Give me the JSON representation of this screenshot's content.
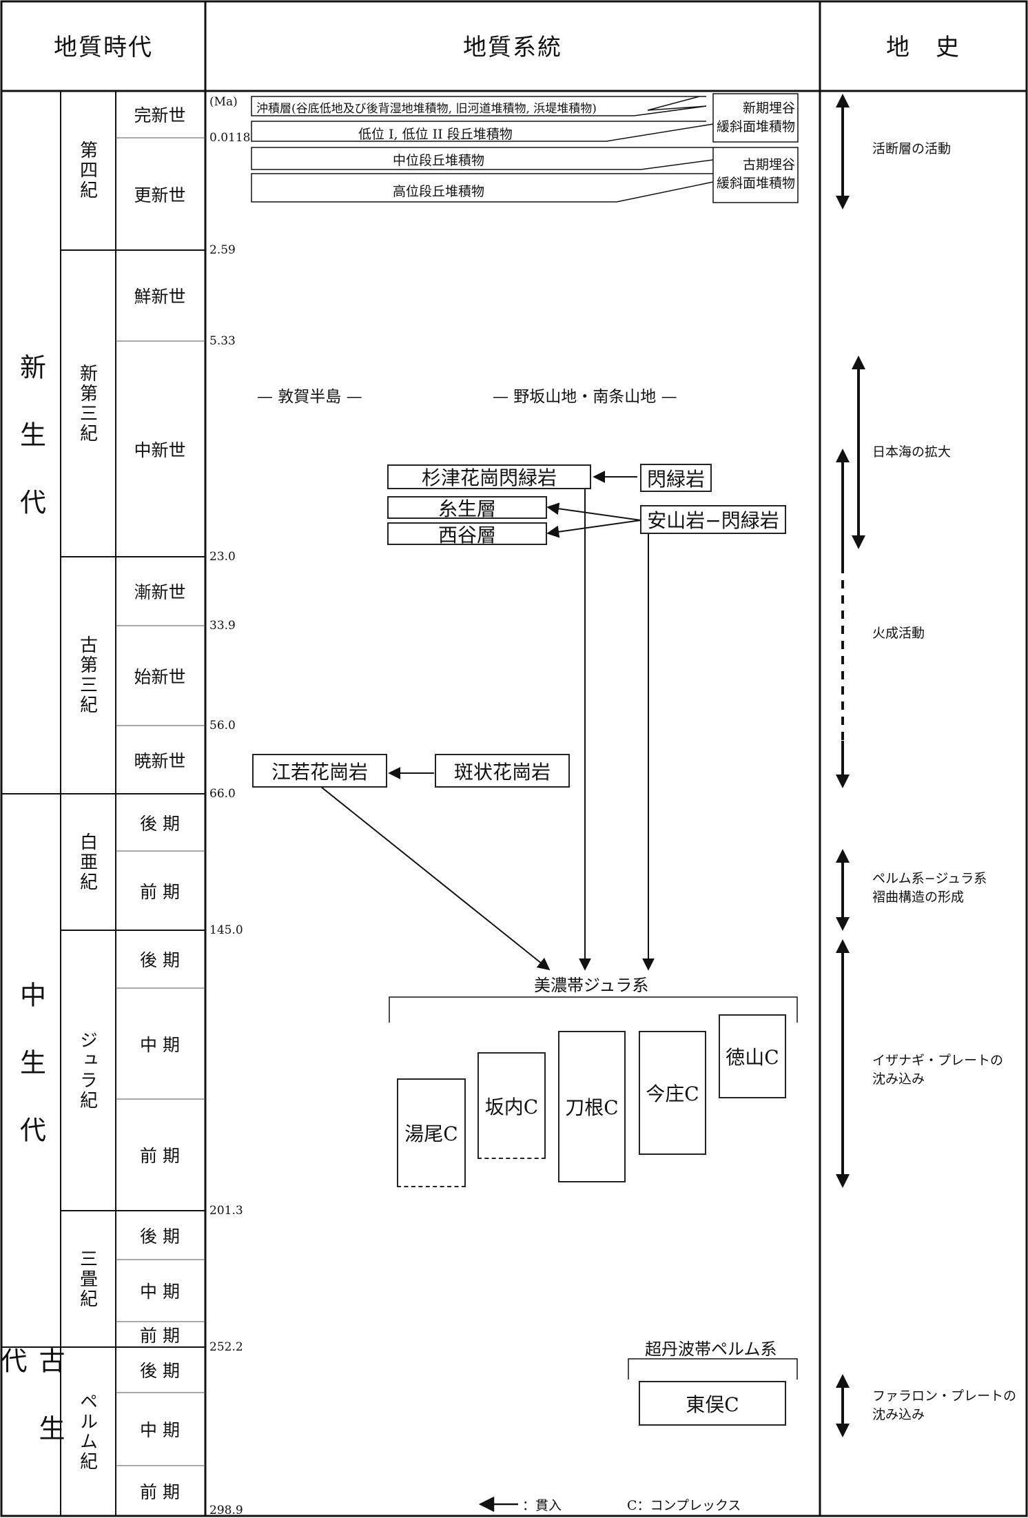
{
  "header": {
    "col1": "地質時代",
    "col2": "地質系統",
    "col3": "地　史"
  },
  "eras": [
    "新 生 代",
    "中 生 代",
    "古 生 代"
  ],
  "periods": [
    "第四紀",
    "新第三紀",
    "古第三紀",
    "白亜紀",
    "ジュラ紀",
    "三畳紀",
    "ペルム紀"
  ],
  "epochs": {
    "holocene": "完新世",
    "pleistocene": "更新世",
    "pliocene": "鮮新世",
    "miocene": "中新世",
    "oligocene": "漸新世",
    "eocene": "始新世",
    "paleocene": "暁新世",
    "cretaceous_late": "後 期",
    "cretaceous_early": "前 期",
    "jurassic_late": "後 期",
    "jurassic_middle": "中 期",
    "jurassic_early": "前 期",
    "triassic_late": "後 期",
    "triassic_middle": "中 期",
    "triassic_early": "前 期",
    "permian_late": "後 期",
    "permian_middle": "中 期",
    "permian_early": "前 期"
  },
  "ages": {
    "unit": "(Ma)",
    "a0": "0.0118",
    "a1": "2.59",
    "a2": "5.33",
    "a3": "23.0",
    "a4": "33.9",
    "a5": "56.0",
    "a6": "66.0",
    "a7": "145.0",
    "a8": "201.3",
    "a9": "252.2",
    "a10": "298.9"
  },
  "quaternary": {
    "alluvium": "沖積層(谷底低地及び後背湿地堆積物, 旧河道堆積物, 浜堤堆積物)",
    "low_terrace": "低位 I, 低位 II 段丘堆積物",
    "middle_terrace": "中位段丘堆積物",
    "high_terrace": "高位段丘堆積物",
    "new_fill": "新期埋谷\n緩斜面堆積物",
    "old_fill": "古期埋谷\n緩斜面堆積物"
  },
  "regions": {
    "tsuruga": "— 敦賀半島 —",
    "nosaka": "— 野坂山地・南条山地 —"
  },
  "units": {
    "sugizu": "杉津花崗閃緑岩",
    "diorite": "閃緑岩",
    "itoo": "糸生層",
    "nishitani": "西谷層",
    "andesite": "安山岩−閃緑岩",
    "ewaka": "江若花崗岩",
    "porphyry": "斑状花崗岩"
  },
  "mino": {
    "title": "美濃帯ジュラ系",
    "complexes": [
      "湯尾C",
      "坂内C",
      "刀根C",
      "今庄C",
      "徳山C"
    ]
  },
  "tamba": {
    "title": "超丹波帯ペルム系",
    "complex": "東俣C"
  },
  "history": {
    "active_faults": "活断層の活動",
    "japan_sea": "日本海の拡大",
    "igneous": "火成活動",
    "folding": "ペルム系−ジュラ系\n褶曲構造の形成",
    "izanagi": "イザナギ・プレートの\n沈み込み",
    "farallon": "ファラロン・プレートの\n沈み込み"
  },
  "legend": {
    "intrusion": "：貫入",
    "complex": "C：コンプレックス"
  }
}
